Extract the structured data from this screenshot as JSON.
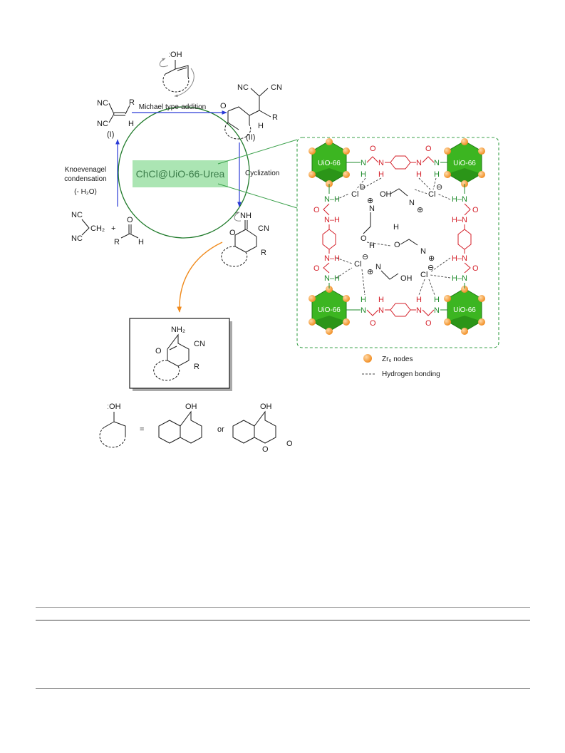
{
  "cycle": {
    "catalyst": "ChCl@UiO-66-Urea",
    "steps": {
      "michael": "Michael type-addition",
      "knoevenagel_1": "Knoevenagel",
      "knoevenagel_2": "condensation",
      "water": "(- H₂O)",
      "cyclization": "Cyclization"
    },
    "intermediates": {
      "first": "(I)",
      "second": "(II)"
    },
    "atoms": {
      "oh": "ːOH",
      "nc": "NC",
      "cn": "CN",
      "r": "R",
      "h": "H",
      "o": "O",
      "nh": "NH",
      "ch2": "CH₂",
      "nh2": "NH₂",
      "plus": "+"
    }
  },
  "framework": {
    "node_label": "UiO-66",
    "urea_atoms": {
      "n": "N",
      "h": "H",
      "o": "O",
      "nh": "N–H",
      "hn": "H–N"
    },
    "chloride": "Cl",
    "charge_neg": "⊖",
    "charge_pos": "⊕",
    "choline": {
      "n": "N",
      "oh": "OH",
      "o": "O",
      "h": "H"
    },
    "legend": {
      "nodes": "Zr₆ nodes",
      "hbond": "Hydrogen bonding"
    },
    "colors": {
      "node": "#3cb521",
      "node_dark": "#1e7a12",
      "zr": "#f5a04a",
      "urea": "#d4202a",
      "linker_n": "#1d8a2a",
      "box_border": "#3aa04a"
    }
  },
  "equivalence": {
    "equals": "=",
    "or": "or",
    "oh": "OH",
    "o": "O"
  }
}
